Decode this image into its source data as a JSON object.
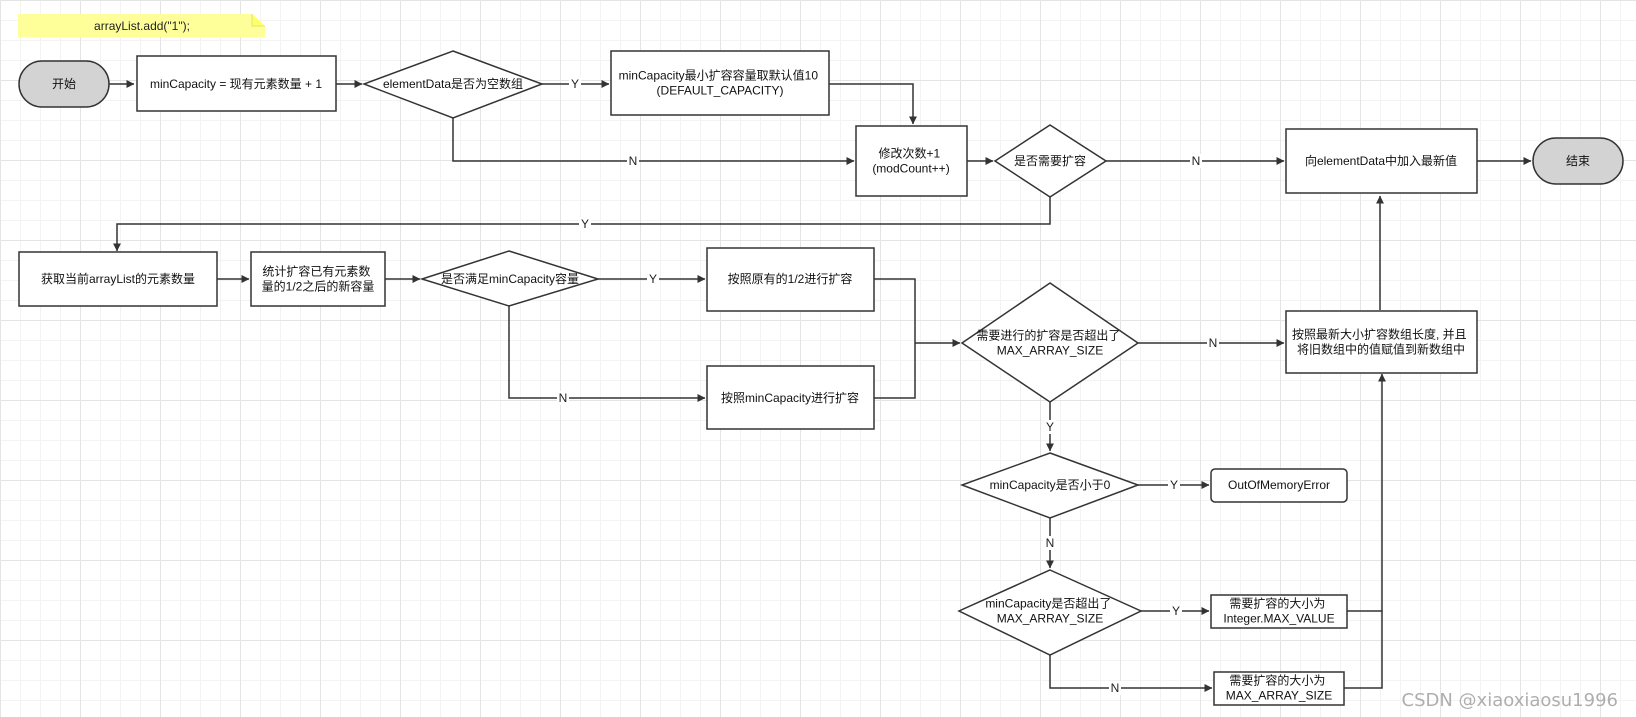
{
  "note": {
    "text": "arrayList.add(\"1\");"
  },
  "nodes": {
    "start": {
      "lines": [
        "开始"
      ]
    },
    "min_cap": {
      "lines": [
        "minCapacity = 现有元素数量 + 1"
      ]
    },
    "is_empty": {
      "lines": [
        "elementData是否为空数组"
      ]
    },
    "default_cap": {
      "lines": [
        "minCapacity最小扩容容量取默认值10",
        "(DEFAULT_CAPACITY)"
      ]
    },
    "mod_count": {
      "lines": [
        "修改次数+1",
        "(modCount++)"
      ]
    },
    "need_grow": {
      "lines": [
        "是否需要扩容"
      ]
    },
    "add_value": {
      "lines": [
        "向elementData中加入最新值"
      ]
    },
    "end": {
      "lines": [
        "结束"
      ]
    },
    "get_size": {
      "lines": [
        "获取当前arrayList的元素数量"
      ]
    },
    "calc_half": {
      "lines": [
        "统计扩容已有元素数",
        "量的1/2之后的新容量"
      ]
    },
    "satisfies": {
      "lines": [
        "是否满足minCapacity容量"
      ]
    },
    "grow_half": {
      "lines": [
        "按照原有的1/2进行扩容"
      ]
    },
    "grow_min": {
      "lines": [
        "按照minCapacity进行扩容"
      ]
    },
    "exceeds_max": {
      "lines": [
        "需要进行的扩容是否超出了",
        "MAX_ARRAY_SIZE"
      ]
    },
    "copy_array": {
      "lines": [
        "按照最新大小扩容数组长度, 并且",
        "将旧数组中的值赋值到新数组中"
      ]
    },
    "lt_zero": {
      "lines": [
        "minCapacity是否小于0"
      ]
    },
    "oom": {
      "lines": [
        "OutOfMemoryError"
      ]
    },
    "min_exceeds": {
      "lines": [
        "minCapacity是否超出了",
        "MAX_ARRAY_SIZE"
      ]
    },
    "int_max": {
      "lines": [
        "需要扩容的大小为",
        "Integer.MAX_VALUE"
      ]
    },
    "array_max": {
      "lines": [
        "需要扩容的大小为",
        "MAX_ARRAY_SIZE"
      ]
    }
  },
  "edge_labels": {
    "is_empty_yes": "Y",
    "is_empty_no": "N",
    "need_grow_no": "N",
    "need_grow_yes": "Y",
    "satisfies_yes": "Y",
    "satisfies_no": "N",
    "exceeds_no": "N",
    "exceeds_yes": "Y",
    "lt_zero_yes": "Y",
    "lt_zero_no": "N",
    "min_exceeds_yes": "Y",
    "min_exceeds_no": "N"
  },
  "watermark": {
    "text": "CSDN @xiaoxiaosu1996"
  },
  "colors": {
    "terminal_fill": "#d3d3d3",
    "note_fill": "#ffff99",
    "stroke": "#333333",
    "watermark": "#aeaeae"
  }
}
